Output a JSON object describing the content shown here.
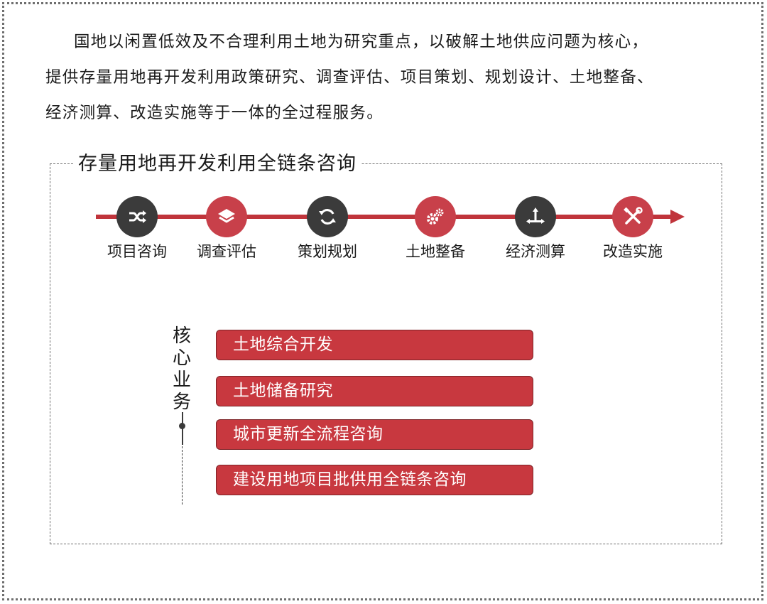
{
  "intro": {
    "lines": [
      "国地以闲置低效及不合理利用土地为研究重点，以破解土地供应问题为核心，",
      "提供存量用地再开发利用政策研究、调查评估、项目策划、规划设计、土地整备、",
      "经济测算、改造实施等于一体的全过程服务。"
    ]
  },
  "chain": {
    "title": "存量用地再开发利用全链条咨询",
    "line_color": "#c0343b",
    "steps": [
      {
        "label": "项目咨询",
        "icon": "shuffle-icon",
        "circle_color": "#3b3b3b"
      },
      {
        "label": "调查评估",
        "icon": "layers-icon",
        "circle_color": "#c8404a"
      },
      {
        "label": "策划规划",
        "icon": "refresh-icon",
        "circle_color": "#3b3b3b"
      },
      {
        "label": "土地整备",
        "icon": "gears-icon",
        "circle_color": "#c8404a"
      },
      {
        "label": "经济测算",
        "icon": "balance-icon",
        "circle_color": "#3b3b3b"
      },
      {
        "label": "改造实施",
        "icon": "tools-icon",
        "circle_color": "#c8404a"
      }
    ]
  },
  "core": {
    "title": [
      "核",
      "心",
      "业",
      "务"
    ],
    "bar_color": "#c8383f",
    "items": [
      "土地综合开发",
      "土地储备研究",
      "城市更新全流程咨询",
      "建设用地项目批供用全链条咨询"
    ]
  }
}
